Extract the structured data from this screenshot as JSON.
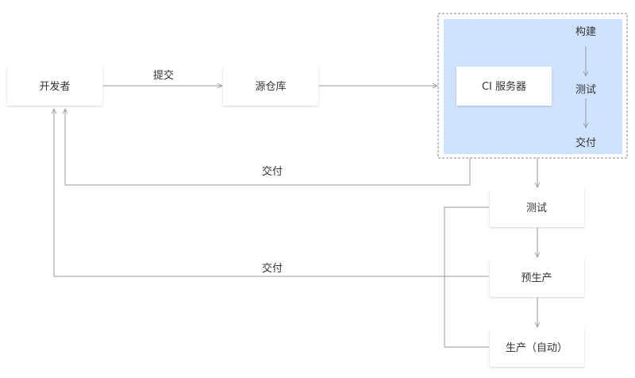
{
  "colors": {
    "line": "#9a9a9a",
    "node_fill": "#ffffff",
    "group_fill": "#cfe2ff",
    "group_border": "#8a8a8a",
    "text": "#333333"
  },
  "nodes": {
    "developer": "开发者",
    "repository": "源仓库",
    "ci_server": "CI 服务器",
    "test": "测试",
    "pre_production": "预生产",
    "production": "生产（自动）"
  },
  "ci_steps": {
    "build": "构建",
    "test": "测试",
    "deliver": "交付"
  },
  "edge_labels": {
    "commit": "提交",
    "deliver_from_ci": "交付",
    "deliver_from_stages": "交付"
  }
}
